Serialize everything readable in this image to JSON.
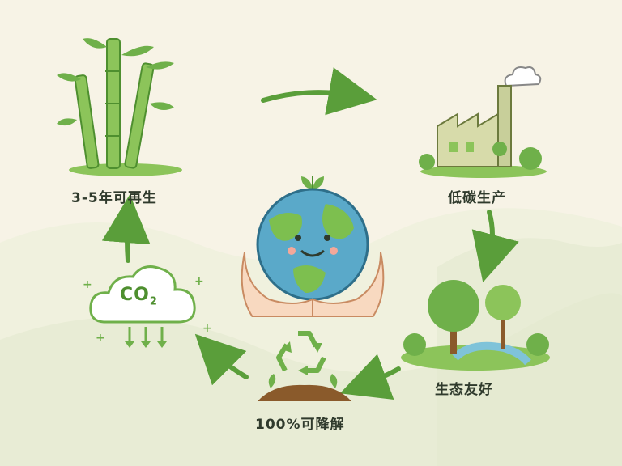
{
  "cycle": {
    "bamboo": {
      "label": "3-5年可再生"
    },
    "factory": {
      "label": "低碳生产"
    },
    "nature": {
      "label": "生态友好"
    },
    "recycle": {
      "label": "100%可降解"
    },
    "co2": {
      "label": "CO",
      "subscript": "2"
    }
  },
  "colors": {
    "arrow": "#5a9e3a",
    "leaf_dark": "#4e8f2f",
    "leaf_light": "#8cc45a",
    "background": "#f7f3e6",
    "earth_blue": "#5aa9c9",
    "earth_green": "#7dbf4f"
  }
}
